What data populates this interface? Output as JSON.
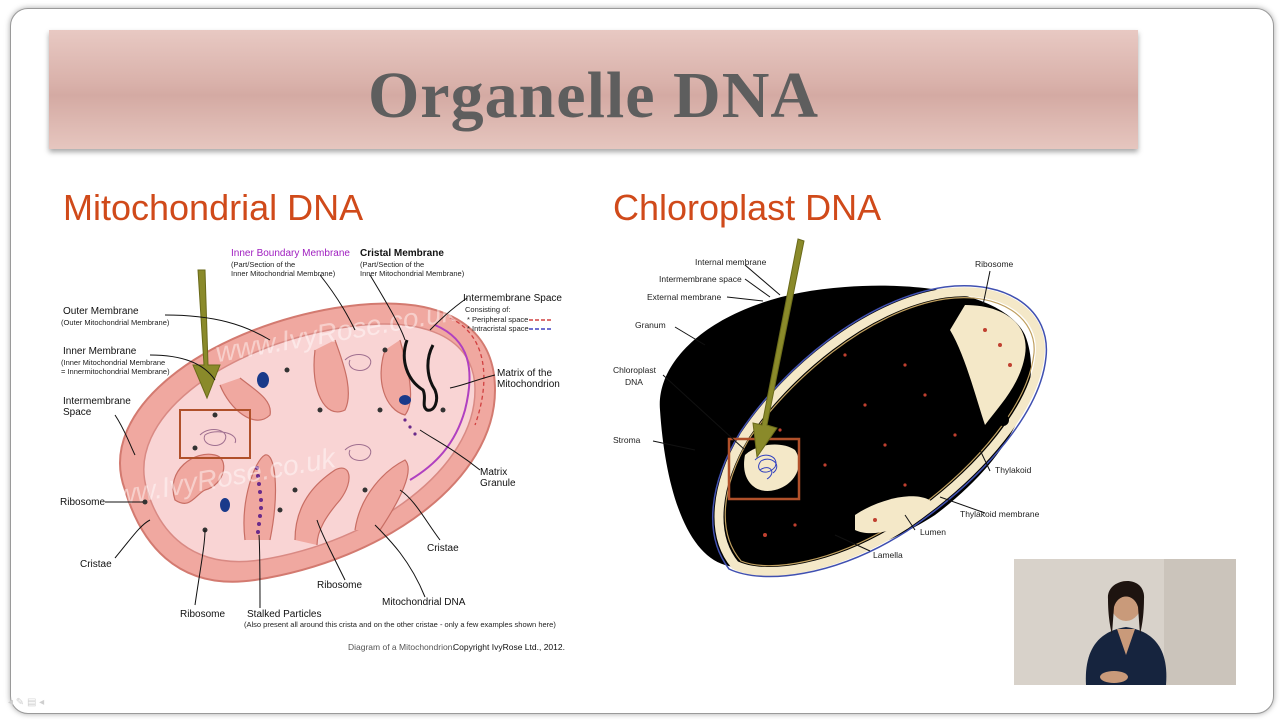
{
  "slide": {
    "title": "Organelle DNA",
    "left_heading": "Mitochondrial DNA",
    "right_heading": "Chloroplast DNA"
  },
  "mito_diagram": {
    "labels": {
      "outer_membrane": "Outer Membrane",
      "outer_membrane_sub": "(Outer Mitochondrial Membrane)",
      "inner_membrane": "Inner Membrane",
      "inner_membrane_sub1": "(Inner Mitochondrial Membrane",
      "inner_membrane_sub2": "= Innermitochondrial Membrane)",
      "intermembrane_space_l1": "Intermembrane",
      "intermembrane_space_l2": "Space",
      "ribosome_left": "Ribosome",
      "cristae_left": "Cristae",
      "ribosome_bottom": "Ribosome",
      "stalked_particles": "Stalked Particles",
      "stalked_particles_sub": "(Also present all around this crista and on the other cristae - only a few examples shown here)",
      "ribosome_mid": "Ribosome",
      "mitochondrial_dna": "Mitochondrial DNA",
      "cristae_right": "Cristae",
      "matrix_granule_l1": "Matrix",
      "matrix_granule_l2": "Granule",
      "matrix_l1": "Matrix of the",
      "matrix_l2": "Mitochondrion",
      "intermembrane_space_top": "Intermembrane Space",
      "consisting_of": "Consisting of:",
      "peripheral_space": "* Peripheral space",
      "intracristal_space": "* Intracristal space",
      "inner_boundary": "Inner Boundary Membrane",
      "inner_boundary_sub1": "(Part/Section of the",
      "inner_boundary_sub2": "Inner Mitochondrial Membrane)",
      "cristal_membrane": "Cristal Membrane",
      "cristal_membrane_sub1": "(Part/Section of the",
      "cristal_membrane_sub2": "Inner Mitochondrial Membrane)",
      "caption_prefix": "Diagram of a Mitochondrion: ",
      "caption_copyright": "Copyright IvyRose Ltd., 2012.",
      "watermark_1": "www.IvyRose.co.uk",
      "watermark_2": "www.IvyRose.co.uk"
    }
  },
  "chloro_diagram": {
    "labels": {
      "internal_membrane": "Internal membrane",
      "intermembrane_space": "Intermembrane space",
      "external_membrane": "External membrane",
      "granum": "Granum",
      "chloroplast_dna_l1": "Chloroplast",
      "chloroplast_dna_l2": "DNA",
      "stroma": "Stroma",
      "ribosome": "Ribosome",
      "thylakoid": "Thylakoid",
      "thylakoid_membrane": "Thylakoid membrane",
      "lumen": "Lumen",
      "lamella": "Lamella"
    }
  },
  "colors": {
    "title_text": "#5e5e5e",
    "heading": "#d04a1a",
    "arrow": "#8a8a2a",
    "highlight_box": "#b0502a",
    "inner_boundary_label": "#a020c0"
  }
}
